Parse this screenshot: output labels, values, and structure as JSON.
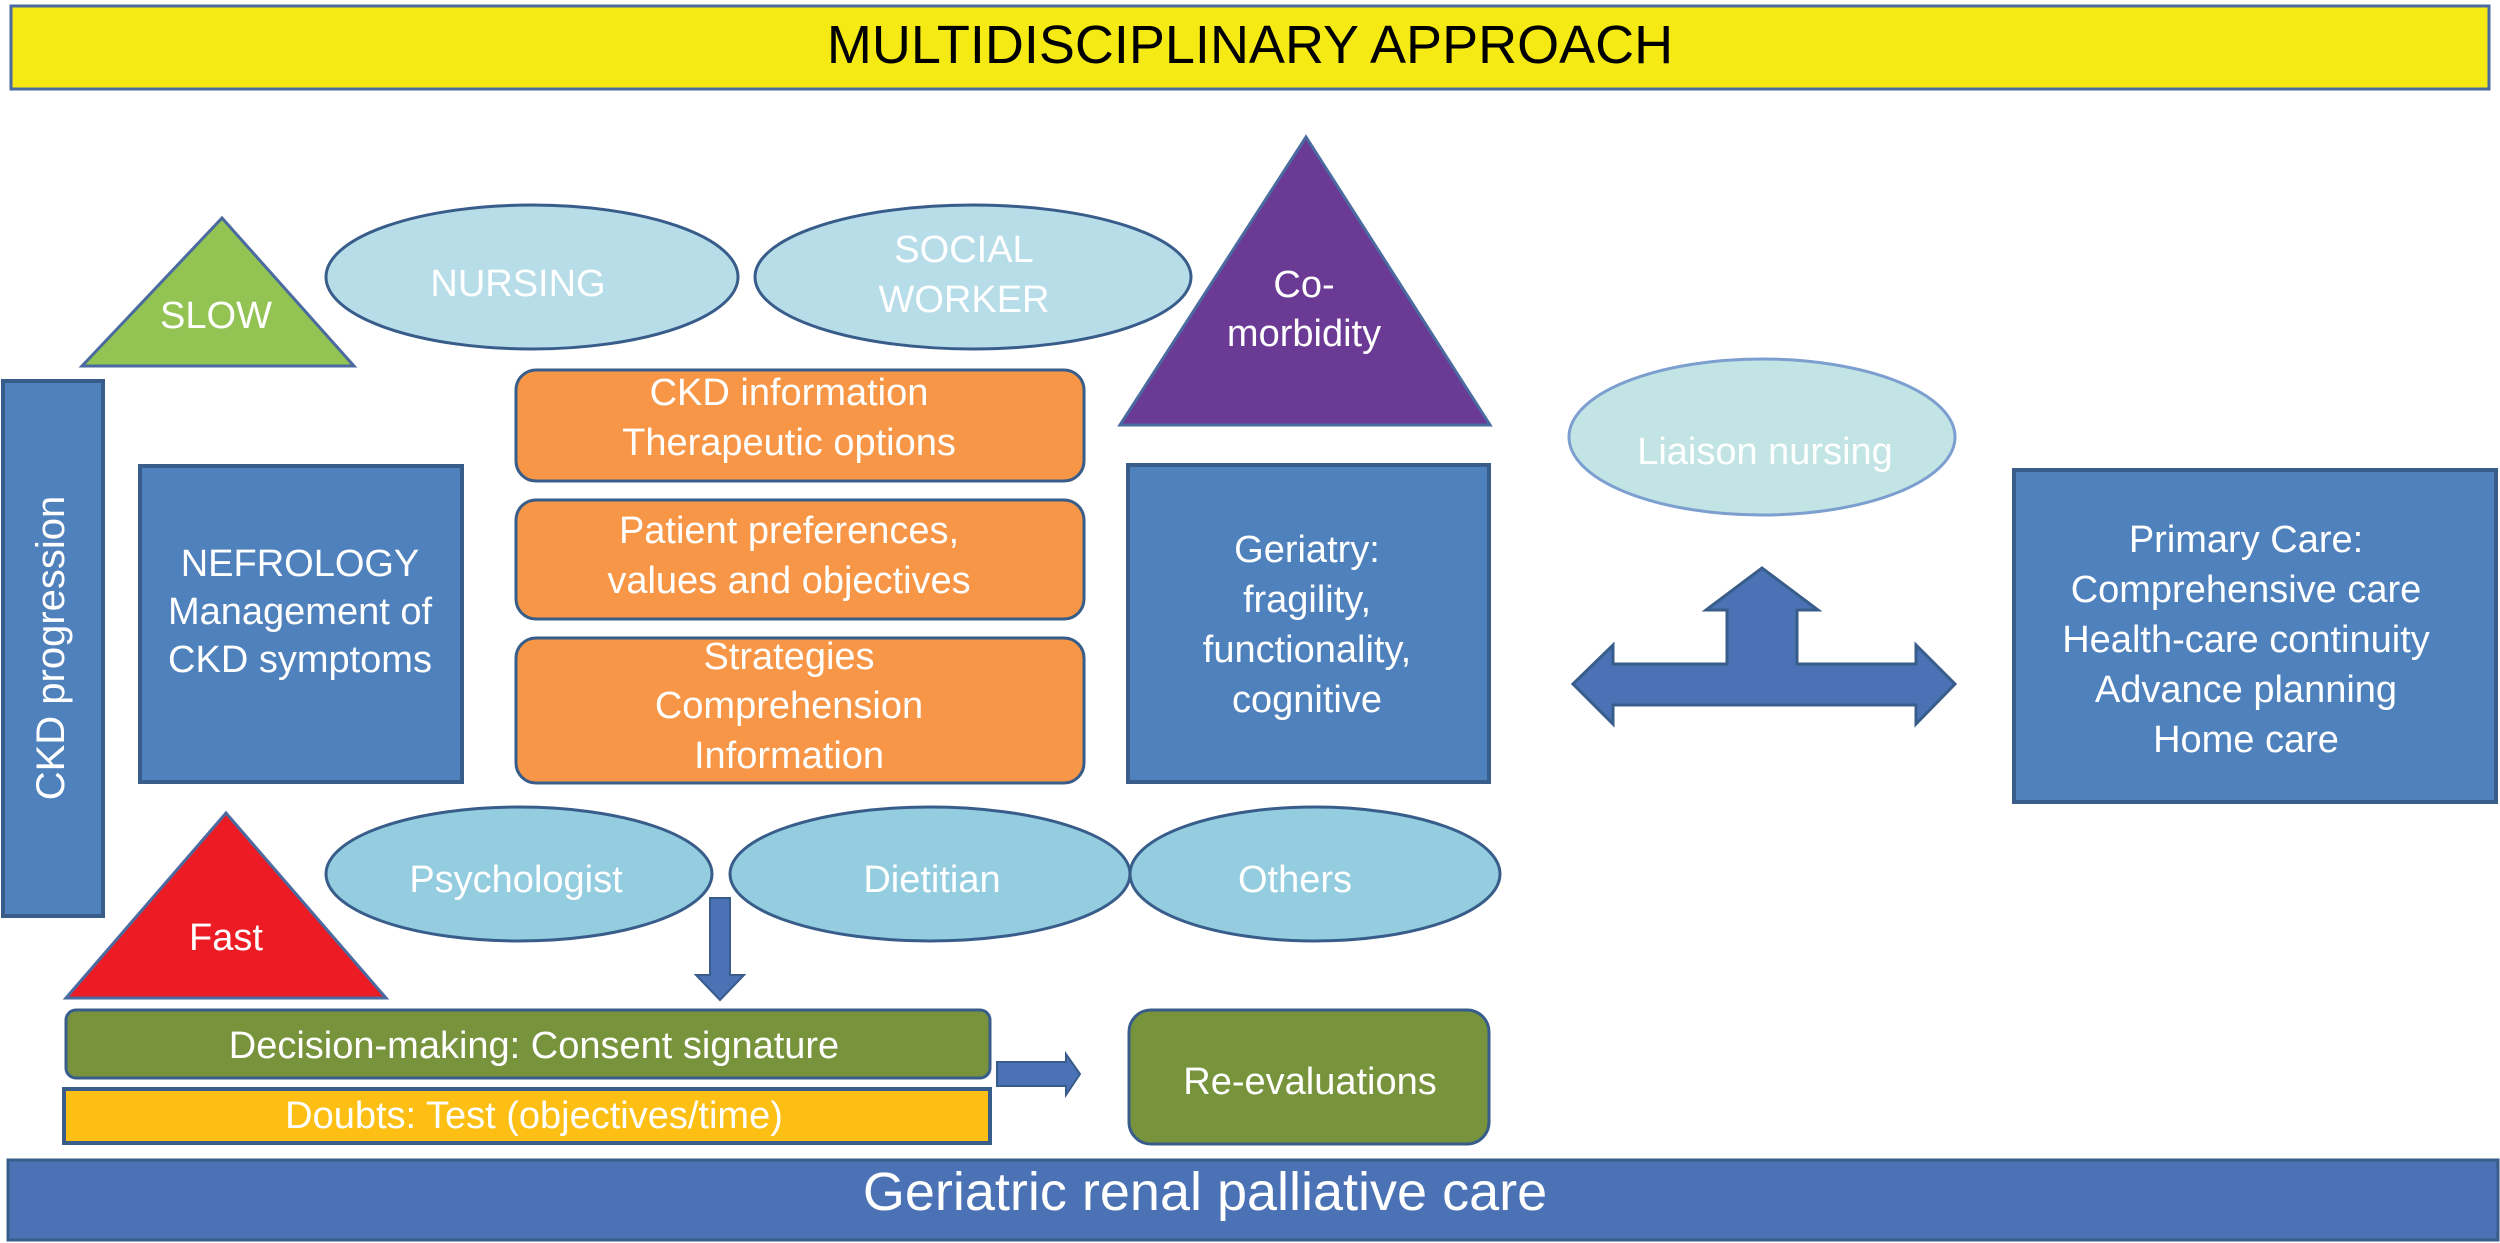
{
  "title": "MULTIDISCIPLINARY APPROACH",
  "footer": "Geriatric renal palliative care",
  "colors": {
    "title_bg": "#f5ea14",
    "blue_box": "#4f81bd",
    "blue_dark": "#385d8a",
    "footer_bg": "#4a72b5",
    "ellipse": "#94cddf",
    "ellipse_top": "#b7dde9",
    "liaison": "#c3e4e4",
    "orange": "#f79646",
    "green_tri": "#92c353",
    "red_tri": "#ed1c24",
    "purple_tri": "#6b3a94",
    "olive": "#77933c",
    "amber": "#fdbf13",
    "arrow": "#4a72b5"
  },
  "progression": {
    "label": "CKD progression",
    "slow": "SLOW",
    "fast": "Fast"
  },
  "disciplines": {
    "nursing": "NURSING",
    "social_worker": [
      "SOCIAL",
      "WORKER"
    ],
    "psychologist": "Psychologist",
    "dietitian": "Dietitian",
    "others": "Others",
    "liaison_nursing": "Liaison nursing"
  },
  "comorbidity": [
    "Co-",
    "morbidity"
  ],
  "nefrology": [
    "NEFROLOGY",
    "Management of",
    "CKD symptoms"
  ],
  "geriatry": [
    "Geriatry:",
    "fragility,",
    "functionality,",
    "cognitive"
  ],
  "primary_care": [
    "Primary Care:",
    "Comprehensive care",
    "Health-care continuity",
    "Advance planning",
    "Home care"
  ],
  "center_boxes": [
    {
      "lines": [
        "CKD information",
        "Therapeutic options"
      ]
    },
    {
      "lines": [
        "Patient preferences,",
        "values and objectives"
      ]
    },
    {
      "lines": [
        "Strategies",
        "Comprehension",
        "Information"
      ]
    }
  ],
  "decision": "Decision-making: Consent signature",
  "doubts": "Doubts: Test (objectives/time)",
  "reevaluations": "Re-evaluations",
  "icons": {
    "down_arrow": "arrow-down",
    "right_arrow": "arrow-right",
    "t_arrow": "double-arrow-with-up-branch"
  }
}
